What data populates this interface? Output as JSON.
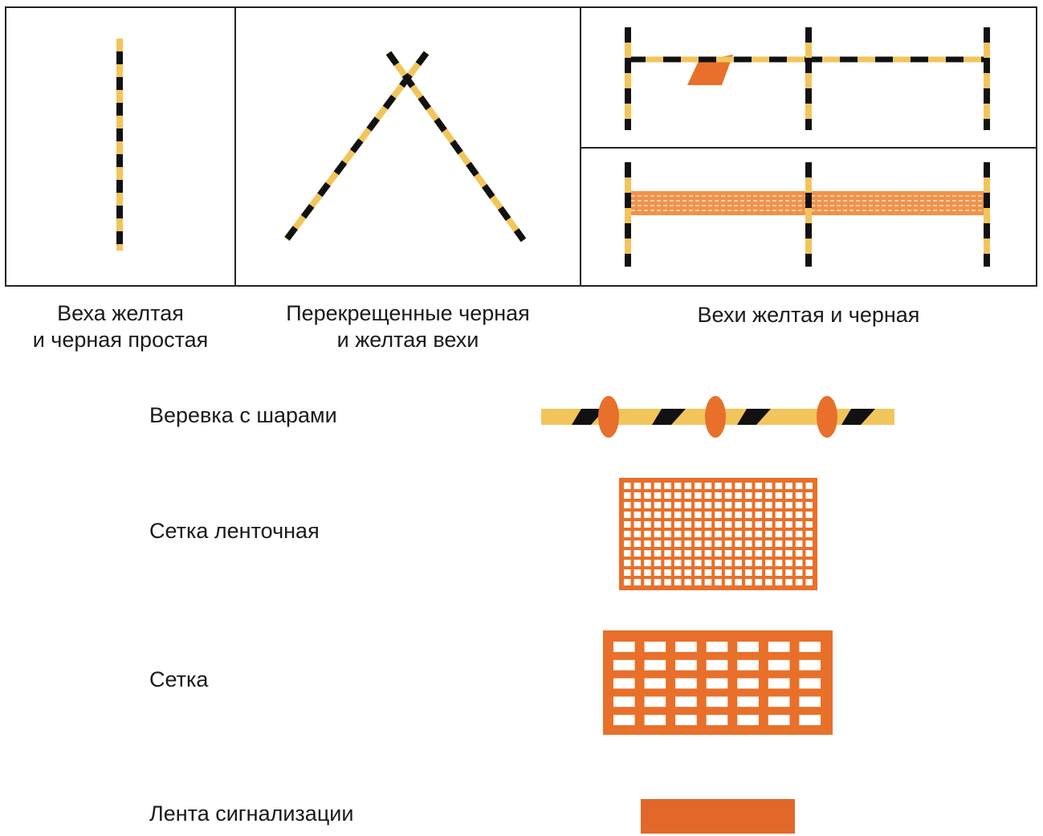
{
  "captions": {
    "pole_single_line1": "Веха желтая",
    "pole_single_line2": "и черная простая",
    "pole_crossed_line1": "Перекрещенные черная",
    "pole_crossed_line2": "и желтая вехи",
    "poles_pair": "Вехи желтая и черная"
  },
  "items": {
    "rope": "Веревка с шарами",
    "tape_mesh": "Сетка ленточная",
    "mesh": "Сетка",
    "signal_tape": "Лента сигнализации"
  },
  "colors": {
    "yellow": "#f2c55c",
    "black": "#111111",
    "orange": "#e8702a",
    "frame": "#222222"
  }
}
